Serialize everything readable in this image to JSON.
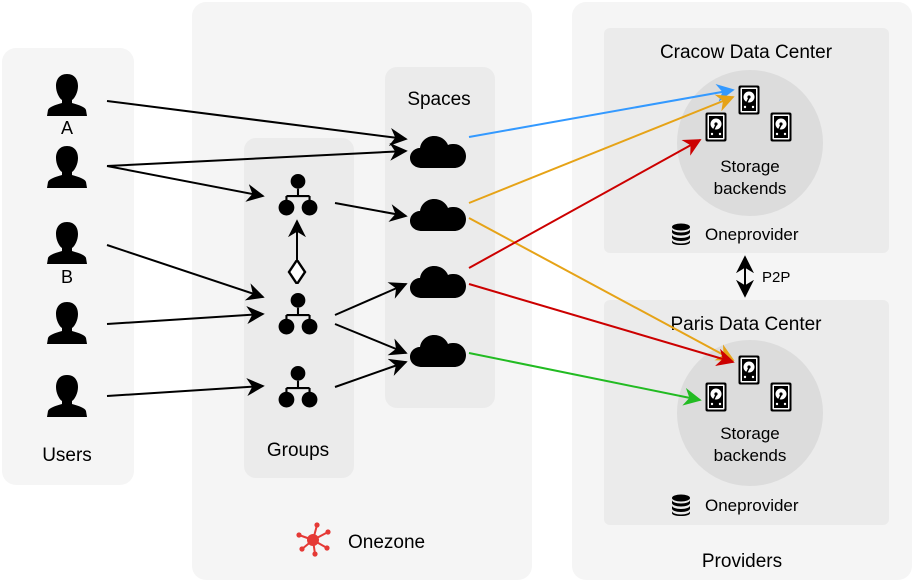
{
  "users": {
    "title": "Users",
    "user_a_label": "A",
    "user_b_label": "B"
  },
  "onezone": {
    "name": "Onezone",
    "groups_title": "Groups",
    "spaces_title": "Spaces"
  },
  "providers": {
    "title": "Providers",
    "p2p_label": "P2P",
    "cracow": {
      "title": "Cracow Data Center",
      "storage_line1": "Storage",
      "storage_line2": "backends",
      "oneprovider": "Oneprovider"
    },
    "paris": {
      "title": "Paris Data Center",
      "storage_line1": "Storage",
      "storage_line2": "backends",
      "oneprovider": "Oneprovider"
    }
  },
  "colors": {
    "panel": "#f5f5f5",
    "inner_panel": "#ebebeb",
    "storage_circle": "#dcdcdc",
    "arrow_black": "#000000",
    "arrow_blue": "#3399ff",
    "arrow_orange": "#e6a317",
    "arrow_red": "#cc0000",
    "arrow_green": "#22bb22",
    "onezone_logo": "#e53935"
  },
  "icons": [
    "user-icon",
    "group-icon",
    "cloud-icon",
    "hard-drive-icon",
    "database-icon",
    "onezone-logo-icon"
  ]
}
